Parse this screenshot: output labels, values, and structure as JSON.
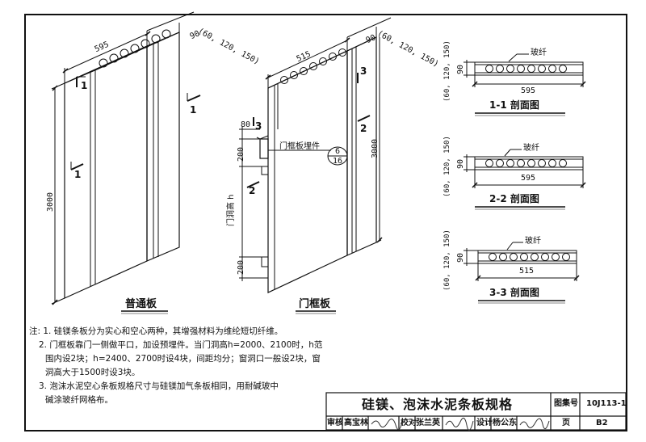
{
  "plain_panel": {
    "width": "595",
    "thick": "90",
    "thick_alt": "(60, 120, 150)",
    "height": "3000",
    "sec1_top": "1",
    "sec1_right": "1",
    "sec1_left": "1",
    "title": "普通板"
  },
  "door_panel": {
    "width": "515",
    "thick": "90",
    "thick_alt": "(60, 120, 150)",
    "height": "3000",
    "dim_80": "80",
    "dim_200_top": "200",
    "dim_200_bot": "200",
    "door_h": "门洞高 h",
    "sec3_top": "3",
    "sec3_left": "3",
    "sec2_right": "2",
    "sec2_left": "2",
    "embed_label": "门框板埋件",
    "embed_num": "6",
    "embed_den": "16",
    "title": "门框板"
  },
  "sections": [
    {
      "fiber": "玻纤",
      "thick": "90",
      "thick_alt": "(60, 120, 150)",
      "width": "595",
      "title": "1-1  剖面图"
    },
    {
      "fiber": "玻纤",
      "thick": "90",
      "thick_alt": "(60, 120, 150)",
      "width": "595",
      "title": "2-2  剖面图"
    },
    {
      "fiber": "玻纤",
      "thick": "90",
      "thick_alt": "(60, 120, 150)",
      "width": "515",
      "title": "3-3  剖面图"
    }
  ],
  "notes": {
    "n1": "注: 1. 硅镁条板分为实心和空心两种，其增强材料为维纶短切纤维。",
    "n2a": "2. 门框板靠门一侧做平口，加设预埋件。当门洞高h=2000、2100时，h范",
    "n2b": "围内设2块；h=2400、2700时设4块，间距均分；窗洞口一般设2块，窗",
    "n2c": "洞高大于1500时设3块。",
    "n3a": "3. 泡沫水泥空心条板规格尺寸与硅镁加气条板相同，用耐碱玻中",
    "n3b": "碱涂玻纤网格布。"
  },
  "title_block": {
    "title": "硅镁、泡沫水泥条板规格",
    "atlas_label": "图集号",
    "atlas_no": "10J113-1",
    "review_label": "审核",
    "reviewer": "高宝林",
    "check_label": "校对",
    "checker": "张兰英",
    "design_label": "设计",
    "designer": "杨公东",
    "page_label": "页",
    "page_no": "B2"
  }
}
